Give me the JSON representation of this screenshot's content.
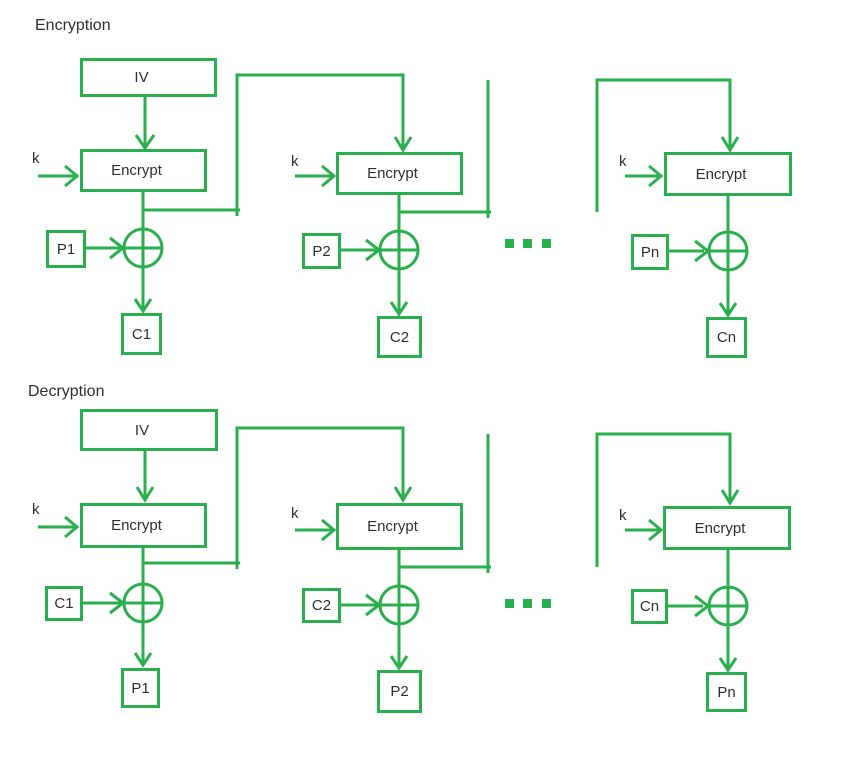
{
  "colors": {
    "line_green": "#2aaf4e",
    "text_dark": "#2f2f2f",
    "background": "#ffffff"
  },
  "encryption": {
    "title": "Encryption",
    "iv": "IV",
    "ellipsis_dots": 3,
    "stages": [
      {
        "k": "k",
        "block": "Encrypt",
        "in": "P1",
        "out": "C1"
      },
      {
        "k": "k",
        "block": "Encrypt",
        "in": "P2",
        "out": "C2"
      },
      {
        "k": "k",
        "block": "Encrypt",
        "in": "Pn",
        "out": "Cn"
      }
    ]
  },
  "decryption": {
    "title": "Decryption",
    "iv": "IV",
    "ellipsis_dots": 3,
    "stages": [
      {
        "k": "k",
        "block": "Encrypt",
        "in": "C1",
        "out": "P1"
      },
      {
        "k": "k",
        "block": "Encrypt",
        "in": "C2",
        "out": "P2"
      },
      {
        "k": "k",
        "block": "Encrypt",
        "in": "Cn",
        "out": "Pn"
      }
    ]
  }
}
